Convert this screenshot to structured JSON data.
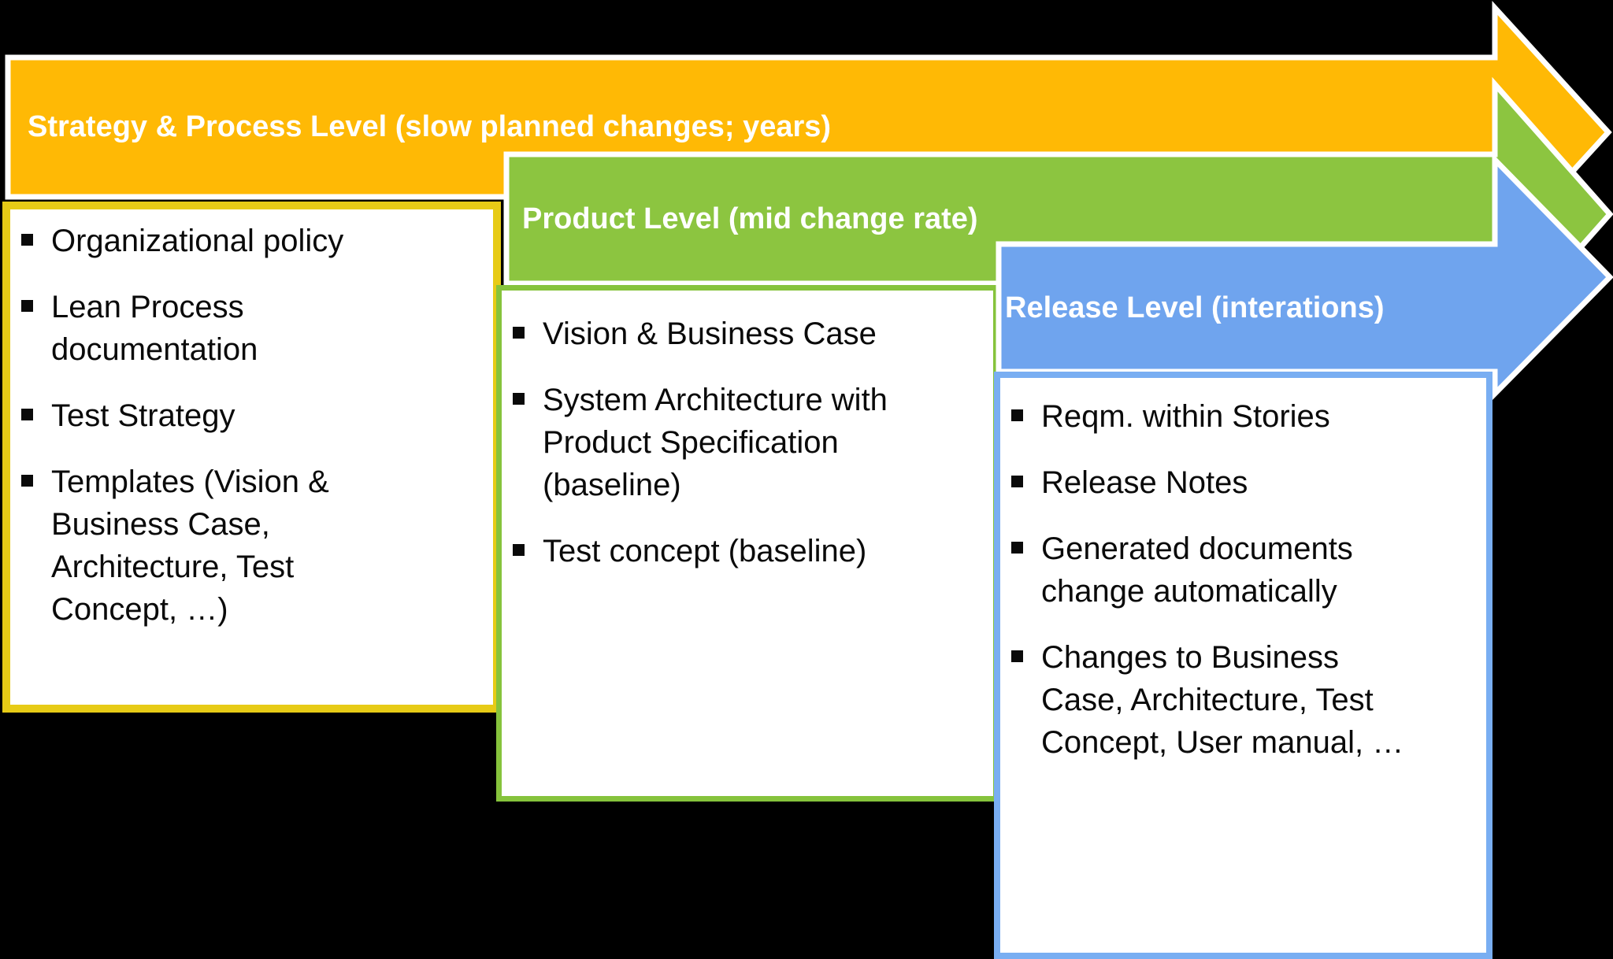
{
  "background": "#000000",
  "banners": [
    {
      "id": "strategy",
      "label": "Strategy & Process Level (slow planned changes; years)",
      "color": "#FFB905",
      "text_color": "#FFFFFF"
    },
    {
      "id": "product",
      "label": "Product Level (mid change rate)",
      "color": "#8CC540",
      "text_color": "#FFFFFF"
    },
    {
      "id": "release",
      "label": "Release Level (interations)",
      "color": "#6FA4EE",
      "text_color": "#FFFFFF"
    }
  ],
  "panels": [
    {
      "id": "strategy-artifacts",
      "border_color": "#E7CB16",
      "items": [
        "Organizational policy",
        "Lean Process\ndocumentation",
        "Test Strategy",
        "Templates (Vision &\nBusiness Case,\nArchitecture, Test\nConcept, …)"
      ]
    },
    {
      "id": "product-artifacts",
      "border_color": "#86C33C",
      "items": [
        "Vision & Business Case",
        "System Architecture with\nProduct Specification\n(baseline)",
        "Test concept (baseline)"
      ]
    },
    {
      "id": "release-artifacts",
      "border_color": "#79AEF2",
      "items": [
        "Reqm. within Stories",
        "Release Notes",
        "Generated documents\nchange automatically",
        "Changes to Business\nCase, Architecture, Test\nConcept, User manual, …"
      ]
    }
  ]
}
